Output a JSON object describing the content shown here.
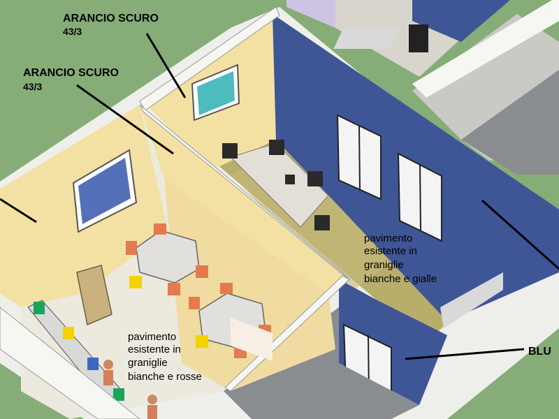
{
  "annotations": {
    "color_top": {
      "line1": "ARANCIO SCURO",
      "line2": "43/3"
    },
    "color_left": {
      "line1": "ARANCIO SCURO",
      "line2": "43/3"
    },
    "color_blue": "BLU",
    "floor_right": [
      "pavimento",
      "esistente in",
      "graniglie",
      "bianche e gialle"
    ],
    "floor_left": [
      "pavimento",
      "esistente in",
      "graniglie",
      "bianche e rosse"
    ]
  },
  "colors": {
    "arancio_scuro": "#f3e1a3",
    "blu": "#3e5596",
    "grass": "#86ad78",
    "floor_yellow": "#b9ad6c",
    "floor_white": "#ece9de"
  }
}
